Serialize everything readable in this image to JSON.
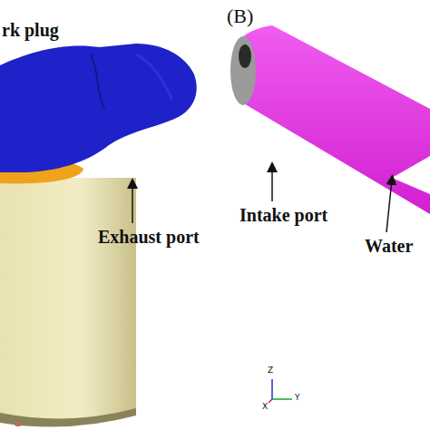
{
  "diagram": {
    "labels": [
      "(B)",
      "rk plug",
      "Exhaust port",
      "Intake port",
      "Water",
      "Z",
      "Y",
      "X"
    ]
  }
}
